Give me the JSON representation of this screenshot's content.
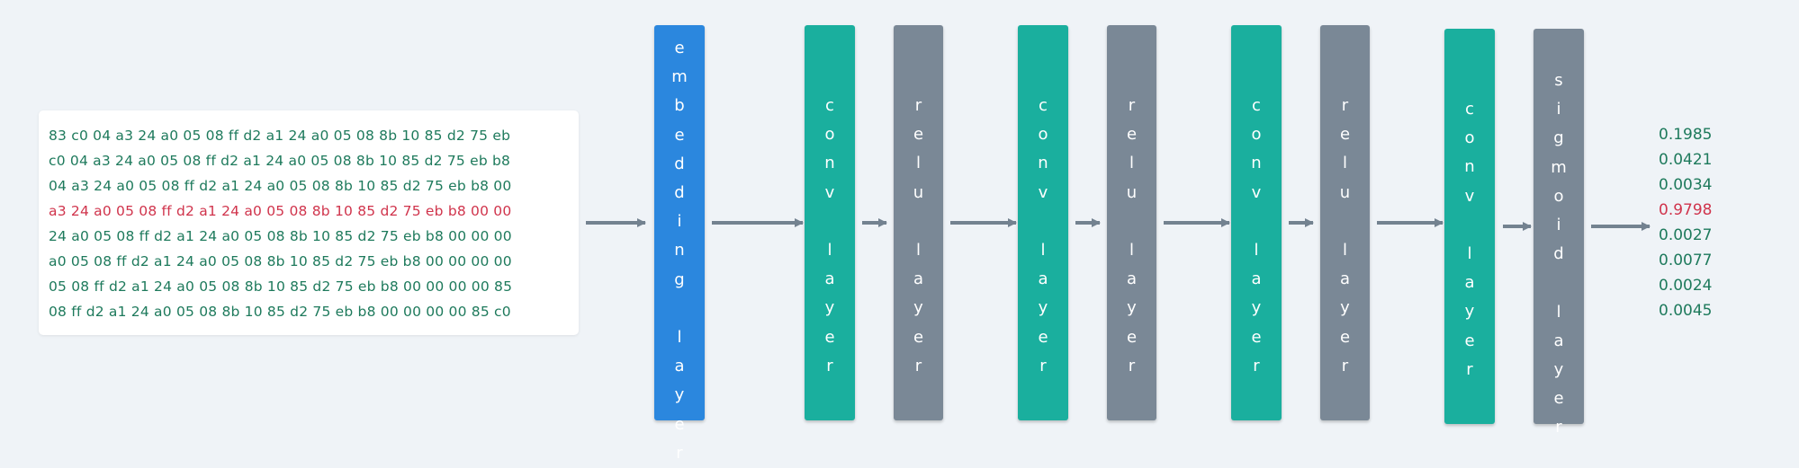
{
  "input_bytes": {
    "lines": [
      "83 c0 04 a3 24 a0 05 08 ff d2 a1 24 a0 05 08 8b 10 85 d2 75 eb",
      "c0 04 a3 24 a0 05 08 ff d2 a1 24 a0 05 08 8b 10 85 d2 75 eb b8",
      "04 a3 24 a0 05 08 ff d2 a1 24 a0 05 08 8b 10 85 d2 75 eb b8 00",
      "a3 24 a0 05 08 ff d2 a1 24 a0 05 08 8b 10 85 d2 75 eb b8 00 00",
      "24 a0 05 08 ff d2 a1 24 a0 05 08 8b 10 85 d2 75 eb b8 00 00 00",
      "a0 05 08 ff d2 a1 24 a0 05 08 8b 10 85 d2 75 eb b8 00 00 00 00",
      "05 08 ff d2 a1 24 a0 05 08 8b 10 85 d2 75 eb b8 00 00 00 00 85",
      "08 ff d2 a1 24 a0 05 08 8b 10 85 d2 75 eb b8 00 00 00 00 85 c0"
    ],
    "highlighted_index": 3
  },
  "layers": [
    {
      "kind": "embedding",
      "label": "embedding layer"
    },
    {
      "kind": "conv",
      "label": "conv layer"
    },
    {
      "kind": "relu",
      "label": "relu layer"
    },
    {
      "kind": "conv",
      "label": "conv layer"
    },
    {
      "kind": "relu",
      "label": "relu layer"
    },
    {
      "kind": "conv",
      "label": "conv layer"
    },
    {
      "kind": "relu",
      "label": "relu layer"
    },
    {
      "kind": "conv",
      "label": "conv layer"
    },
    {
      "kind": "sigmoid",
      "label": "sigmoid layer"
    }
  ],
  "outputs": {
    "values": [
      "0.1985",
      "0.0421",
      "0.0034",
      "0.9798",
      "0.0027",
      "0.0077",
      "0.0024",
      "0.0045"
    ],
    "highlighted_index": 3
  },
  "colors": {
    "embedding": "#2b87de",
    "conv": "#1aaf9e",
    "relu": "#7a8896",
    "sigmoid": "#7a8896",
    "text_normal": "#1e7a5c",
    "text_highlight": "#d0344c",
    "arrow": "#738290"
  }
}
